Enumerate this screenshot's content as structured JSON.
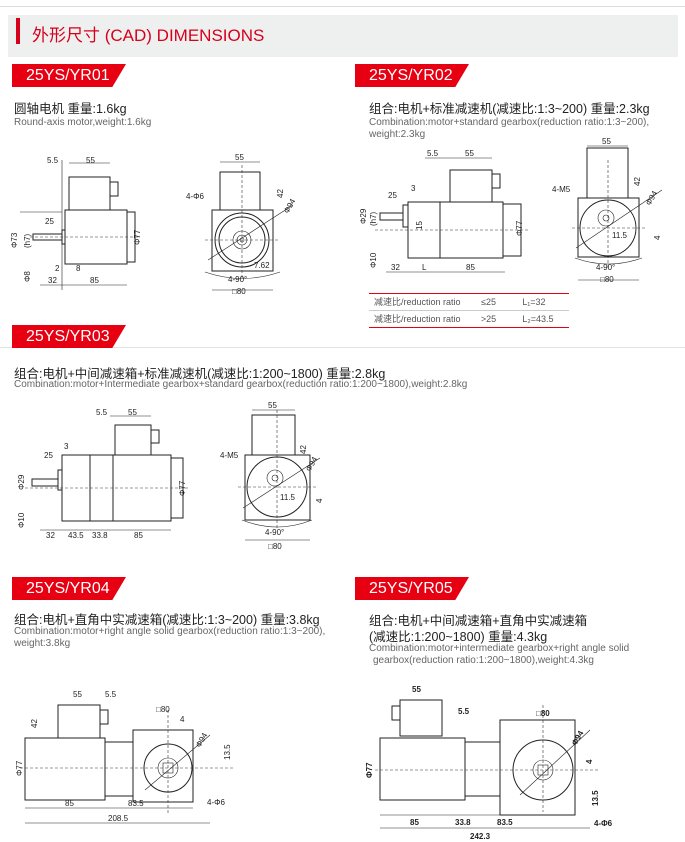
{
  "header": {
    "title": "外形尺寸 (CAD) DIMENSIONS"
  },
  "models": [
    {
      "badge": "25YS/YR01",
      "cn": "圆轴电机 重量:1.6kg",
      "en": [
        "Round-axis motor,weight:1.6kg"
      ]
    },
    {
      "badge": "25YS/YR02",
      "cn": "组合:电机+标准减速机(减速比:1:3~200) 重量:2.3kg",
      "en": [
        "Combination:motor+standard gearbox(reduction ratio:1:3~200),",
        "weight:2.3kg"
      ]
    },
    {
      "badge": "25YS/YR03",
      "cn": "组合:电机+中间减速箱+标准减速机(减速比:1:200~1800) 重量:2.8kg",
      "en": [
        "Combination:motor+Intermediate gearbox+standard gearbox(reduction ratio:1:200~1800),weight:2.8kg"
      ]
    },
    {
      "badge": "25YS/YR04",
      "cn": "组合:电机+直角中实减速箱(减速比:1:3~200) 重量:3.8kg",
      "en": [
        "Combination:motor+right angle solid gearbox(reduction ratio:1:3~200),",
        "weight:3.8kg"
      ]
    },
    {
      "badge": "25YS/YR05",
      "cn": [
        "组合:电机+中间减速箱+直角中实减速箱",
        "(减速比:1:200~1800) 重量:4.3kg"
      ],
      "en": [
        "Combination:motor+intermediate gearbox+right angle solid",
        "gearbox(reduction ratio:1:200~1800),weight:4.3kg"
      ]
    }
  ],
  "ratio_table": [
    {
      "label": "减速比/reduction ratio",
      "cond": "≤25",
      "value": "L₁=32"
    },
    {
      "label": "减速比/reduction ratio",
      "cond": ">25",
      "value": "L₂=43.5"
    }
  ],
  "dims": {
    "yr01": [
      "5.5",
      "55",
      "25",
      "Φ73",
      "(h7)",
      "Φ8",
      "2",
      "8",
      "32",
      "85",
      "Φ77",
      "55",
      "42",
      "4-Φ6",
      "Φ94",
      "7.62",
      "4-90°",
      "□80"
    ],
    "yr02": [
      "5.5",
      "55",
      "3",
      "25",
      "Φ29",
      "(h7)",
      "15",
      "Φ10",
      "32",
      "L",
      "85",
      "Φ77",
      "55",
      "42",
      "4-M5",
      "Φ94",
      "4",
      "11.5",
      "4-90°",
      "□80"
    ],
    "yr03": [
      "5.5",
      "55",
      "3",
      "25",
      "Φ29",
      "Φ10",
      "32",
      "43.5",
      "33.8",
      "85",
      "Φ77",
      "55",
      "42",
      "4-M5",
      "Φ94",
      "4",
      "11.5",
      "4-90°",
      "□80"
    ],
    "yr04": [
      "55",
      "5.5",
      "42",
      "□80",
      "4",
      "Φ94",
      "13.5",
      "Φ77",
      "85",
      "83.5",
      "4-Φ6",
      "208.5"
    ],
    "yr05": [
      "55",
      "5.5",
      "□80",
      "Φ94",
      "4",
      "13.5",
      "Φ77",
      "85",
      "33.8",
      "83.5",
      "4-Φ6",
      "242.3"
    ]
  },
  "colors": {
    "accent": "#e60012",
    "header_bg": "#eef0f0"
  }
}
